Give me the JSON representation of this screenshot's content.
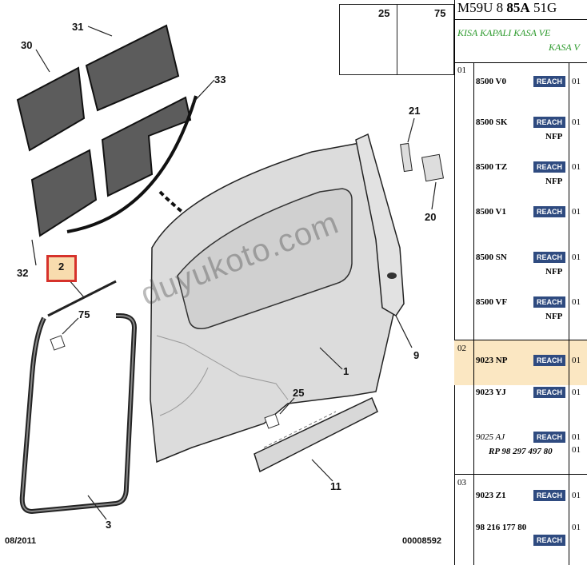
{
  "diagram": {
    "callouts": [
      {
        "id": "c31",
        "text": "31"
      },
      {
        "id": "c30",
        "text": "30"
      },
      {
        "id": "c33",
        "text": "33"
      },
      {
        "id": "c21",
        "text": "21"
      },
      {
        "id": "c20",
        "text": "20"
      },
      {
        "id": "c32",
        "text": "32"
      },
      {
        "id": "c2",
        "text": "2"
      },
      {
        "id": "c75",
        "text": "75"
      },
      {
        "id": "c9",
        "text": "9"
      },
      {
        "id": "c1",
        "text": "1"
      },
      {
        "id": "c25",
        "text": "25"
      },
      {
        "id": "c11",
        "text": "11"
      },
      {
        "id": "c3",
        "text": "3"
      }
    ],
    "insert": {
      "left_label": "25",
      "right_label": "75"
    },
    "date": "08/2011",
    "ref": "00008592",
    "watermark": "duyukoto.com",
    "selected_callout": "2",
    "highlight_color": "#d6322b"
  },
  "panel": {
    "header": {
      "model": "M59U 8 ",
      "bold": "85A",
      "suffix": " 51G",
      "desc_line1": "KISA KAPALI KASA VE",
      "desc_line2": "KASA V"
    },
    "groups": [
      {
        "num": "01",
        "items": [
          {
            "code": "8500 V0",
            "badge": "REACH",
            "qty": "01",
            "nfp": ""
          },
          {
            "code": "8500 SK",
            "badge": "REACH",
            "qty": "01",
            "nfp": "NFP"
          },
          {
            "code": "8500 TZ",
            "badge": "REACH",
            "qty": "01",
            "nfp": "NFP"
          },
          {
            "code": "8500 V1",
            "badge": "REACH",
            "qty": "01",
            "nfp": ""
          },
          {
            "code": "8500 SN",
            "badge": "REACH",
            "qty": "01",
            "nfp": "NFP"
          },
          {
            "code": "8500 VF",
            "badge": "REACH",
            "qty": "01",
            "nfp": "NFP"
          }
        ]
      },
      {
        "num": "02",
        "items": [
          {
            "code": "9023 NP",
            "badge": "REACH",
            "qty": "01"
          },
          {
            "code": "9023 YJ",
            "badge": "REACH",
            "qty": "01"
          },
          {
            "code": "9025 AJ",
            "badge": "REACH",
            "qty": "01",
            "qty2": "01",
            "sub": "RP 98 297 497 80"
          }
        ]
      },
      {
        "num": "03",
        "items": [
          {
            "code": "9023 Z1",
            "badge": "REACH",
            "qty": "01"
          },
          {
            "code": "98 216 177 80",
            "badge": "REACH",
            "qty": "01"
          }
        ]
      }
    ],
    "accent": "#2f4b80",
    "desc_color": "#2d9a2d",
    "row_highlight": "#fbe7c2"
  }
}
